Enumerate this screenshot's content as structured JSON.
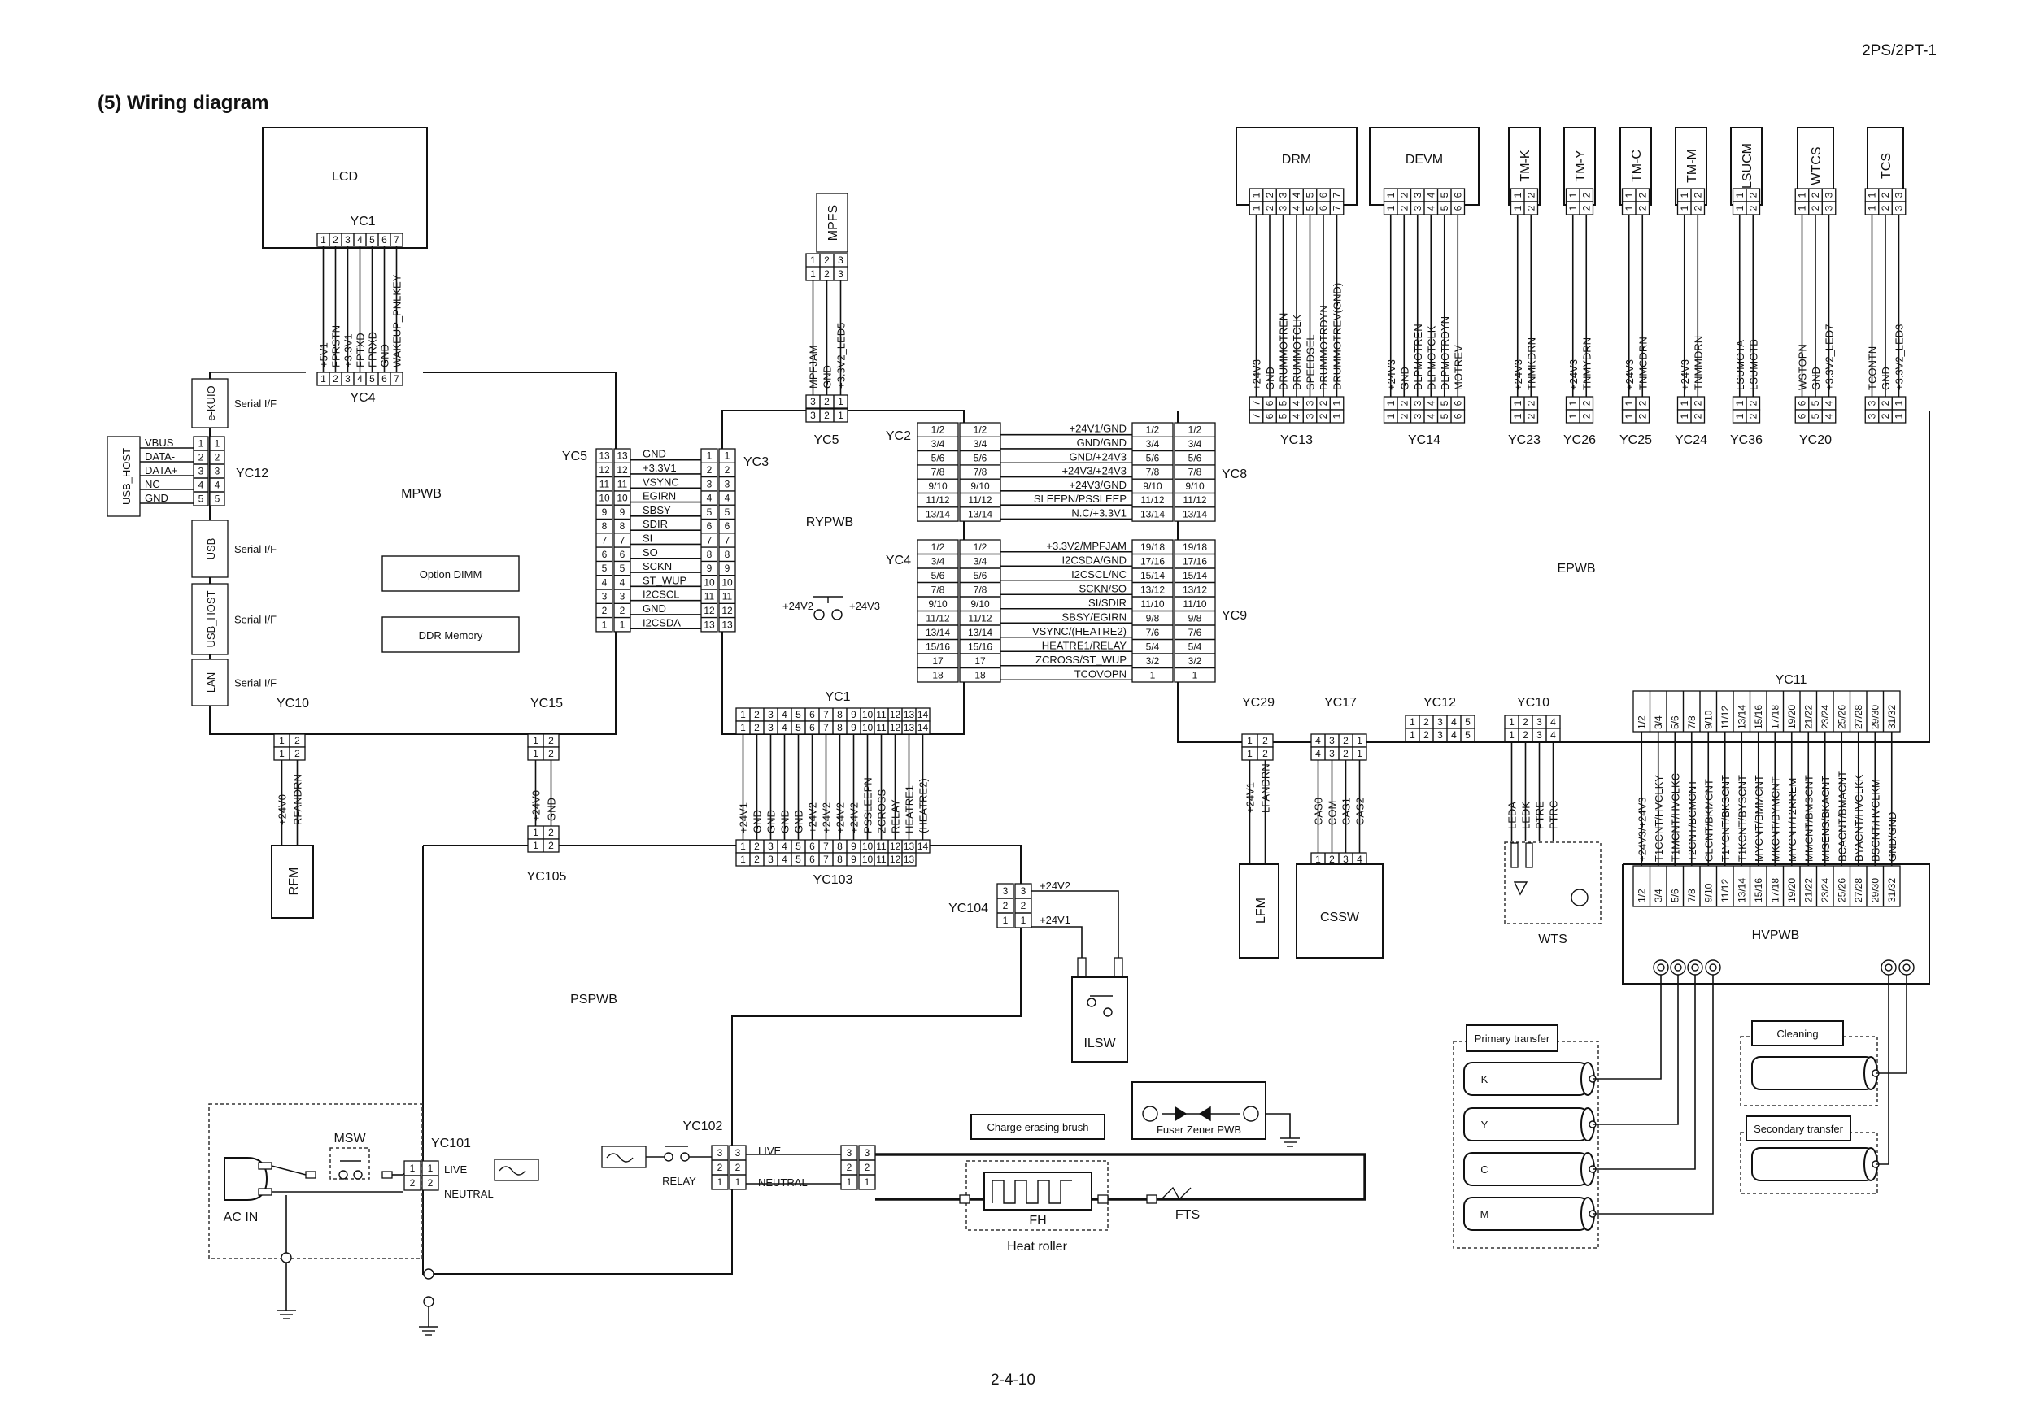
{
  "header": {
    "code": "2PS/2PT-1",
    "title": "(5) Wiring diagram",
    "page_number": "2-4-10"
  },
  "boards": {
    "lcd": "LCD",
    "mpwb": "MPWB",
    "rypwb": "RYPWB",
    "epwb": "EPWB",
    "pspwb": "PSPWB",
    "hvpwb": "HVPWB",
    "option_dimm": "Option DIMM",
    "ddr_memory": "DDR Memory"
  },
  "side_ports": [
    {
      "name": "e-KUIO",
      "label": "Serial I/F"
    },
    {
      "name": "USB",
      "label": "Serial I/F"
    },
    {
      "name": "USB_HOST",
      "label": "Serial I/F"
    },
    {
      "name": "LAN",
      "label": "Serial I/F"
    }
  ],
  "usb_host_ext": {
    "name": "USB_HOST",
    "connector": "YC12",
    "signals": [
      "VBUS",
      "DATA-",
      "DATA+",
      "NC",
      "GND"
    ],
    "pins": [
      "1",
      "2",
      "3",
      "4",
      "5"
    ]
  },
  "lcd_connectors": {
    "yc1": "YC1",
    "yc4": "YC4",
    "pins": [
      "1",
      "2",
      "3",
      "4",
      "5",
      "6",
      "7"
    ],
    "signals": [
      "+5V1",
      "FPRSTN",
      "+3.3V1",
      "FPTXD",
      "FPRXD",
      "GND",
      "WAKEUP_PNLKEY"
    ]
  },
  "yc5_yc3": {
    "yc5": "YC5",
    "yc3": "YC3",
    "left_pins": [
      "13",
      "12",
      "11",
      "10",
      "9",
      "8",
      "7",
      "6",
      "5",
      "4",
      "3",
      "2",
      "1"
    ],
    "right_pins": [
      "1",
      "2",
      "3",
      "4",
      "5",
      "6",
      "7",
      "8",
      "9",
      "10",
      "11",
      "12",
      "13"
    ],
    "signals": [
      "GND",
      "+3.3V1",
      "VSYNC",
      "EGIRN",
      "SBSY",
      "SDIR",
      "SI",
      "SO",
      "SCKN",
      "ST_WUP",
      "I2CSCL",
      "GND",
      "I2CSDA"
    ]
  },
  "mpfs": {
    "name": "MPFS",
    "connector": "YC5",
    "pins": [
      "1",
      "2",
      "3"
    ],
    "signals": [
      "MPFJAM",
      "GND",
      "+3.3V2_LED5"
    ],
    "lower_pins": [
      "3",
      "2",
      "1"
    ]
  },
  "rypwb_parts": {
    "left_v": "+24V2",
    "right_v": "+24V3"
  },
  "yc2_yc8": {
    "yc2": "YC2",
    "yc8": "YC8",
    "pins": [
      "1/2",
      "3/4",
      "5/6",
      "7/8",
      "9/10",
      "11/12",
      "13/14"
    ],
    "signals": [
      "+24V1/GND",
      "GND/GND",
      "GND/+24V3",
      "+24V3/+24V3",
      "+24V3/GND",
      "SLEEPN/PSSLEEP",
      "N.C/+3.3V1"
    ]
  },
  "yc4_yc9": {
    "yc4": "YC4",
    "yc9": "YC9",
    "left_pins": [
      "1/2",
      "3/4",
      "5/6",
      "7/8",
      "9/10",
      "11/12",
      "13/14",
      "15/16",
      "17",
      "18"
    ],
    "right_pins": [
      "19/18",
      "17/16",
      "15/14",
      "13/12",
      "11/10",
      "9/8",
      "7/6",
      "5/4",
      "3/2",
      "1"
    ],
    "signals": [
      "+3.3V2/MPFJAM",
      "I2CSDA/GND",
      "I2CSCL/NC",
      "SCKN/SO",
      "SI/SDIR",
      "SBSY/EGIRN",
      "VSYNC/(HEATRE2)",
      "HEATRE1/RELAY",
      "ZCROSS/ST_WUP",
      "TCOVOPN"
    ]
  },
  "rypwb_yc1": {
    "connector": "YC1",
    "top_pins": [
      "1",
      "2",
      "3",
      "4",
      "5",
      "6",
      "7",
      "8",
      "9",
      "10",
      "11",
      "12",
      "13",
      "14"
    ],
    "signals": [
      "+24V1",
      "GND",
      "GND",
      "GND",
      "GND",
      "+24V2",
      "+24V2",
      "+24V2",
      "+24V2",
      "PSSLEEPN",
      "ZCROSS",
      "RELAY",
      "HEATRE1",
      "(HEATRE2)"
    ],
    "yc103": "YC103",
    "yc103_pins": [
      "1",
      "2",
      "3",
      "4",
      "5",
      "6",
      "7",
      "8",
      "9",
      "10",
      "11",
      "12",
      "13"
    ]
  },
  "mpwb_bottom": {
    "yc10": {
      "name": "YC10",
      "pins": [
        "1",
        "2"
      ],
      "signals": [
        "+24V0",
        "RFANDRN"
      ],
      "device": "RFM"
    },
    "yc15": {
      "name": "YC15",
      "pins": [
        "1",
        "2"
      ],
      "signals": [
        "+24V0",
        "GND"
      ],
      "yc105": "YC105"
    }
  },
  "epwb_top": [
    {
      "device": "DRM",
      "connector": "YC13",
      "pins": [
        "1",
        "2",
        "3",
        "4",
        "5",
        "6",
        "7"
      ],
      "bottom_pins": [
        "7",
        "6",
        "5",
        "4",
        "3",
        "2",
        "1"
      ],
      "signals": [
        "+24V3",
        "GND",
        "DRUMMOTREN",
        "DRUMMOTCLK",
        "SPEEDSEL",
        "DRUMMOTRDYN",
        "DRUMMOTREV(GND)"
      ]
    },
    {
      "device": "DEVM",
      "connector": "YC14",
      "pins": [
        "1",
        "2",
        "3",
        "4",
        "5",
        "6"
      ],
      "bottom_pins": [
        "1",
        "2",
        "3",
        "4",
        "5",
        "6"
      ],
      "signals": [
        "+24V3",
        "GND",
        "DLPMOTREN",
        "DLPMOTCLK",
        "DLPMOTRDYN",
        "MOTREV"
      ]
    },
    {
      "device": "TM-K",
      "connector": "YC23",
      "pins": [
        "1",
        "2"
      ],
      "bottom_pins": [
        "1",
        "2"
      ],
      "signals": [
        "+24V3",
        "TNMKDRN"
      ]
    },
    {
      "device": "TM-Y",
      "connector": "YC26",
      "pins": [
        "1",
        "2"
      ],
      "bottom_pins": [
        "1",
        "2"
      ],
      "signals": [
        "+24V3",
        "TNMYDRN"
      ]
    },
    {
      "device": "TM-C",
      "connector": "YC25",
      "pins": [
        "1",
        "2"
      ],
      "bottom_pins": [
        "1",
        "2"
      ],
      "signals": [
        "+24V3",
        "TNMCDRN"
      ]
    },
    {
      "device": "TM-M",
      "connector": "YC24",
      "pins": [
        "1",
        "2"
      ],
      "bottom_pins": [
        "1",
        "2"
      ],
      "signals": [
        "+24V3",
        "TNMMDRN"
      ]
    },
    {
      "device": "LSUCM",
      "connector": "YC36",
      "pins": [
        "1",
        "2"
      ],
      "bottom_pins": [
        "1",
        "2"
      ],
      "signals": [
        "LSUMOTA",
        "LSUMOTB"
      ]
    },
    {
      "device": "WTCS",
      "connector": "YC20",
      "pins": [
        "1",
        "2",
        "3"
      ],
      "bottom_pins": [
        "6",
        "5",
        "4"
      ],
      "signals": [
        "WSTOPN",
        "GND",
        "+3.3V2_LED7"
      ]
    },
    {
      "device": "TCS",
      "connector": "",
      "pins": [
        "1",
        "2",
        "3"
      ],
      "bottom_pins": [
        "3",
        "2",
        "1"
      ],
      "signals": [
        "TCONTN",
        "GND",
        "+3.3V2_LED3"
      ]
    }
  ],
  "epwb_bottom": {
    "yc29": {
      "name": "YC29",
      "pins": [
        "1",
        "2"
      ],
      "signals": [
        "+24V1",
        "LFANDRN"
      ],
      "device": "LFM"
    },
    "yc17": {
      "name": "YC17",
      "pins": [
        "4",
        "3",
        "2",
        "1"
      ],
      "lower_pins": [
        "1",
        "2",
        "3",
        "4"
      ],
      "signals": [
        "CAS0",
        "COM",
        "CAS1",
        "CAS2"
      ],
      "device": "CSSW"
    },
    "yc12": {
      "name": "YC12",
      "pins": [
        "1",
        "2",
        "3",
        "4",
        "5"
      ]
    },
    "yc10": {
      "name": "YC10",
      "pins": [
        "1",
        "2",
        "3",
        "4"
      ],
      "signals": [
        "LEDA",
        "LEDK",
        "PTRE",
        "PTRC"
      ],
      "device": "WTS"
    },
    "yc11": {
      "name": "YC11",
      "pins": [
        "1/2",
        "3/4",
        "5/6",
        "7/8",
        "9/10",
        "11/12",
        "13/14",
        "15/16",
        "17/18",
        "19/20",
        "21/22",
        "23/24",
        "25/26",
        "27/28",
        "29/30",
        "31/32"
      ],
      "signals": [
        "+24V3/+24V3",
        "T1CCNT/HVCLKY",
        "T1MCNT/HVCLKC",
        "T2CNT/BCMCNT",
        "CLCNT/BKMCNT",
        "T1YCNT/BKSCNT",
        "T1KCNT/BYSCNT",
        "MYCNT/BMMCNT",
        "MKCNT/BYMCNT",
        "MYCNT/T2RREM",
        "MMCNT/BMSCNT",
        "MISENS/BKACNT",
        "BCACNT/BMACNT",
        "BYACNT/HVCLKK",
        "BSCNT/HVCLKM",
        "GND/GND"
      ]
    }
  },
  "hvpwb_parts": {
    "primary_transfer": "Primary transfer",
    "rollers": [
      "K",
      "Y",
      "C",
      "M"
    ],
    "cleaning": "Cleaning",
    "secondary_transfer": "Secondary transfer"
  },
  "psu": {
    "yc104": {
      "name": "YC104",
      "pins": [
        "3",
        "2",
        "1"
      ],
      "labels": [
        "+24V2",
        "+24V1"
      ]
    },
    "ilsw": "ILSW",
    "yc101": {
      "name": "YC101",
      "pins": [
        "1",
        "2"
      ],
      "labels": [
        "LIVE",
        "NEUTRAL"
      ]
    },
    "yc102": {
      "name": "YC102",
      "pins": [
        "3",
        "2",
        "1"
      ],
      "labels": [
        "LIVE",
        "NEUTRAL"
      ]
    },
    "msw": "MSW",
    "ac_in": "AC IN",
    "relay": "RELAY",
    "charge_erasing_brush": "Charge erasing brush",
    "fuser_zener": "Fuser Zener PWB",
    "fh": "FH",
    "fts": "FTS",
    "heat_roller": "Heat roller"
  }
}
